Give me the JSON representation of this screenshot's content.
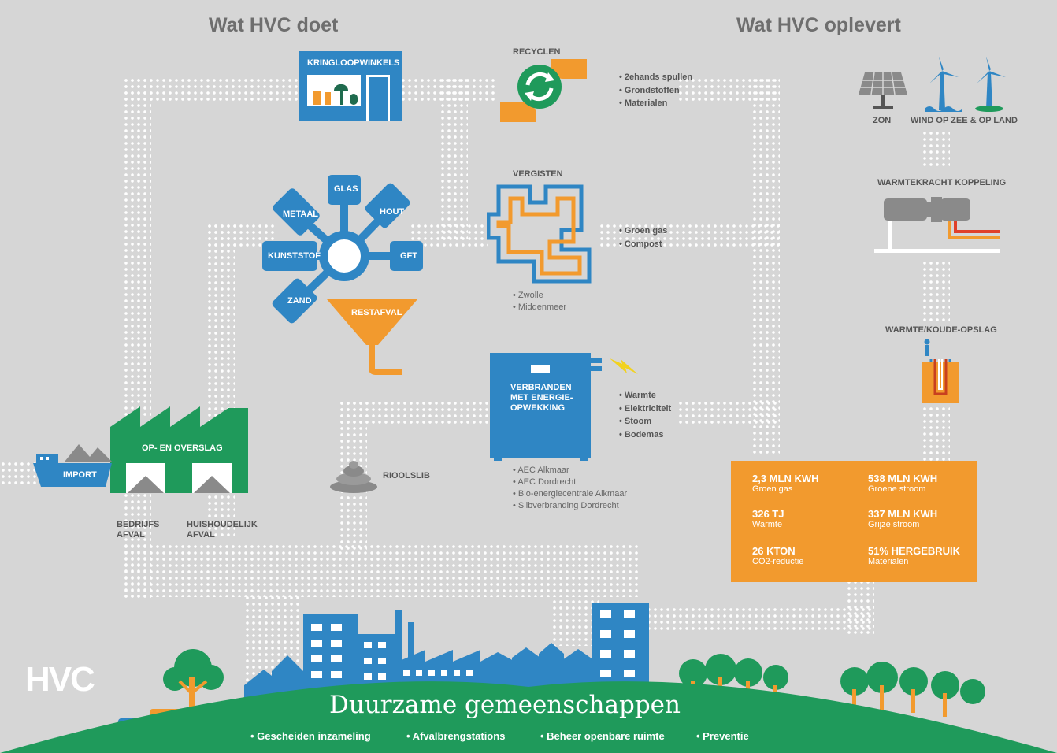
{
  "headers": {
    "left": "Wat HVC doet",
    "right": "Wat HVC oplevert"
  },
  "kringloop": {
    "label": "KRINGLOOPWINKELS"
  },
  "recyclen": {
    "label": "RECYCLEN",
    "outputs": [
      "2ehands spullen",
      "Grondstoffen",
      "Materialen"
    ]
  },
  "vergisten": {
    "label": "VERGISTEN",
    "outputs": [
      "Groen gas",
      "Compost"
    ],
    "locations": [
      "Zwolle",
      "Middenmeer"
    ]
  },
  "hub": {
    "glas": "GLAS",
    "hout": "HOUT",
    "gft": "GFT",
    "metaal": "METAAL",
    "kunststof": "KUNSTSTOF",
    "zand": "ZAND"
  },
  "restafval": {
    "label": "RESTAFVAL"
  },
  "verbranden": {
    "label_1": "VERBRANDEN",
    "label_2": "MET ENERGIE-",
    "label_3": "OPWEKKING",
    "outputs": [
      "Warmte",
      "Elektriciteit",
      "Stoom",
      "Bodemas"
    ],
    "locations": [
      "AEC Alkmaar",
      "AEC Dordrecht",
      "Bio-energiecentrale Alkmaar",
      "Slibverbranding Dordrecht"
    ]
  },
  "rioolslib": {
    "label": "RIOOLSLIB"
  },
  "overslag": {
    "label": "OP- EN OVERSLAG",
    "import": "IMPORT",
    "bedrijfs_1": "BEDRIJFS",
    "bedrijfs_2": "AFVAL",
    "huis_1": "HUISHOUDELIJK",
    "huis_2": "AFVAL"
  },
  "energy": {
    "zon": "ZON",
    "wind": "WIND OP ZEE & OP LAND",
    "wkk": "WARMTEKRACHT KOPPELING",
    "wko": "WARMTE/KOUDE-OPSLAG"
  },
  "stats": [
    {
      "value": "2,3 MLN KWH",
      "label": "Groen gas"
    },
    {
      "value": "538 MLN KWH",
      "label": "Groene stroom"
    },
    {
      "value": "326 TJ",
      "label": "Warmte"
    },
    {
      "value": "337 MLN KWH",
      "label": "Grijze stroom"
    },
    {
      "value": "26 KTON",
      "label": "CO2-reductie"
    },
    {
      "value": "51% HERGEBRUIK",
      "label": "Materialen"
    }
  ],
  "logo": "HVC",
  "footer": {
    "title": "Duurzame gemeenschappen",
    "items": [
      "• Gescheiden inzameling",
      "• Afvalbrengstations",
      "• Beheer openbare ruimte",
      "• Preventie"
    ]
  },
  "colors": {
    "blue": "#2f86c4",
    "orange": "#f29a2e",
    "green": "#1f9a5b",
    "background": "#d6d6d6"
  }
}
